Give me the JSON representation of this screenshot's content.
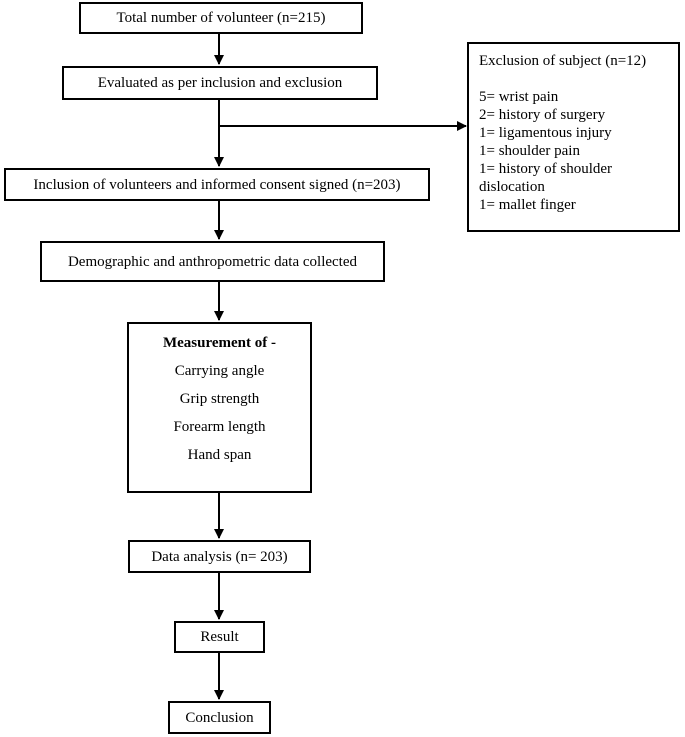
{
  "flowchart": {
    "total": "Total number of volunteer (n=215)",
    "evaluated": "Evaluated as per inclusion and exclusion",
    "inclusion": "Inclusion of volunteers and informed consent signed (n=203)",
    "demographic": "Demographic and anthropometric data collected",
    "measurement": {
      "title": "Measurement of -",
      "items": [
        "Carrying angle",
        "Grip strength",
        "Forearm length",
        "Hand span"
      ]
    },
    "analysis": "Data analysis (n= 203)",
    "result": "Result",
    "conclusion": "Conclusion",
    "exclusion": {
      "title": "Exclusion of subject (n=12)",
      "items": [
        "5= wrist pain",
        "2= history of surgery",
        "1= ligamentous injury",
        "1= shoulder pain",
        "1= history of shoulder",
        "dislocation",
        "1= mallet finger"
      ]
    }
  }
}
